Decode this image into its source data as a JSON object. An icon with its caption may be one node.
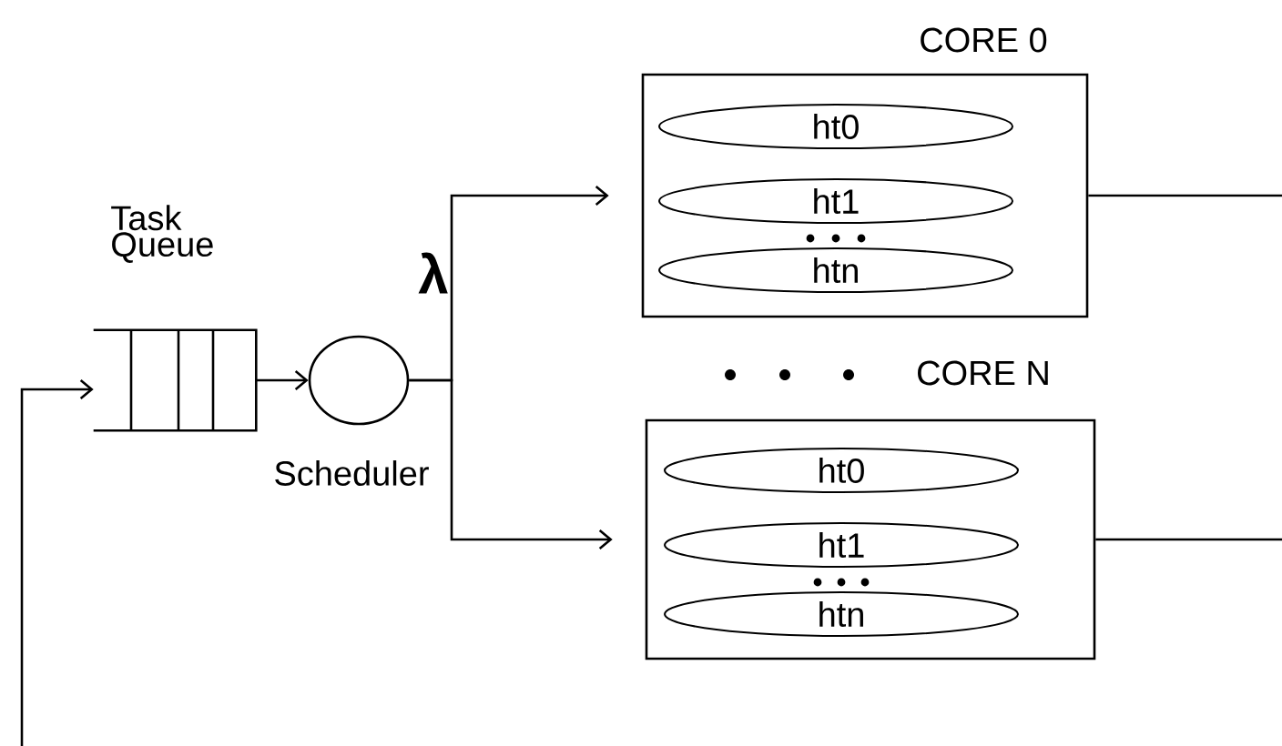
{
  "diagram": {
    "nodes": [
      {
        "text": [
          "Task Queue"
        ]
      },
      {
        "text": [
          "Scheduler"
        ]
      },
      {
        "text": [
          "CORE 0"
        ]
      },
      {
        "text": [
          "ht0"
        ],
        "in": 2
      },
      {
        "text": [
          "ht1"
        ],
        "in": 2
      },
      {
        "text": [
          "htn"
        ],
        "in": 2
      },
      {
        "text": [
          "CORE N"
        ]
      },
      {
        "text": [
          "ht0"
        ],
        "in": 6
      },
      {
        "text": [
          "ht1"
        ],
        "in": 6
      },
      {
        "text": [
          "htn"
        ],
        "in": 6
      }
    ],
    "edges": [
      {
        "from": 0,
        "to": 1,
        "arrow": "to"
      },
      {
        "from": 1,
        "to": 2,
        "arrow": "to"
      },
      {
        "from": 1,
        "to": 6,
        "arrow": "to"
      },
      {
        "from": 2,
        "to": null,
        "arrow": "none"
      },
      {
        "from": 6,
        "to": null,
        "arrow": "none"
      },
      {
        "from": null,
        "to": 0,
        "arrow": "to"
      }
    ],
    "labels": [
      "λ"
    ]
  }
}
